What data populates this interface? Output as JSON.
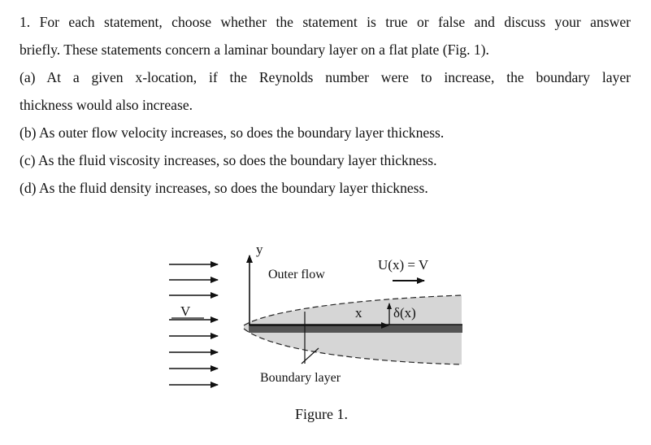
{
  "question": {
    "intro_line1": "1. For each statement, choose whether the statement is true or false and discuss your answer",
    "intro_line2": "briefly. These statements concern a laminar boundary layer on a flat plate (Fig. 1).",
    "a_line1": "(a) At a given x-location, if the Reynolds number were to increase, the boundary layer",
    "a_line2": "thickness would also increase.",
    "b": "(b) As outer flow velocity increases, so does the boundary layer thickness.",
    "c": "(c) As the fluid viscosity increases, so does the boundary layer thickness.",
    "d": "(d) As the fluid density increases, so does the boundary layer thickness."
  },
  "figure": {
    "y_label": "y",
    "x_label": "x",
    "outer_flow_label": "Outer flow",
    "velocity_label": "U(x) = V",
    "inflow_label": "V",
    "thickness_label": "δ(x)",
    "boundary_layer_label": "Boundary layer",
    "caption": "Figure 1.",
    "colors": {
      "layer_fill": "#d6d6d6",
      "plate": "#555555",
      "ink": "#111111"
    }
  }
}
